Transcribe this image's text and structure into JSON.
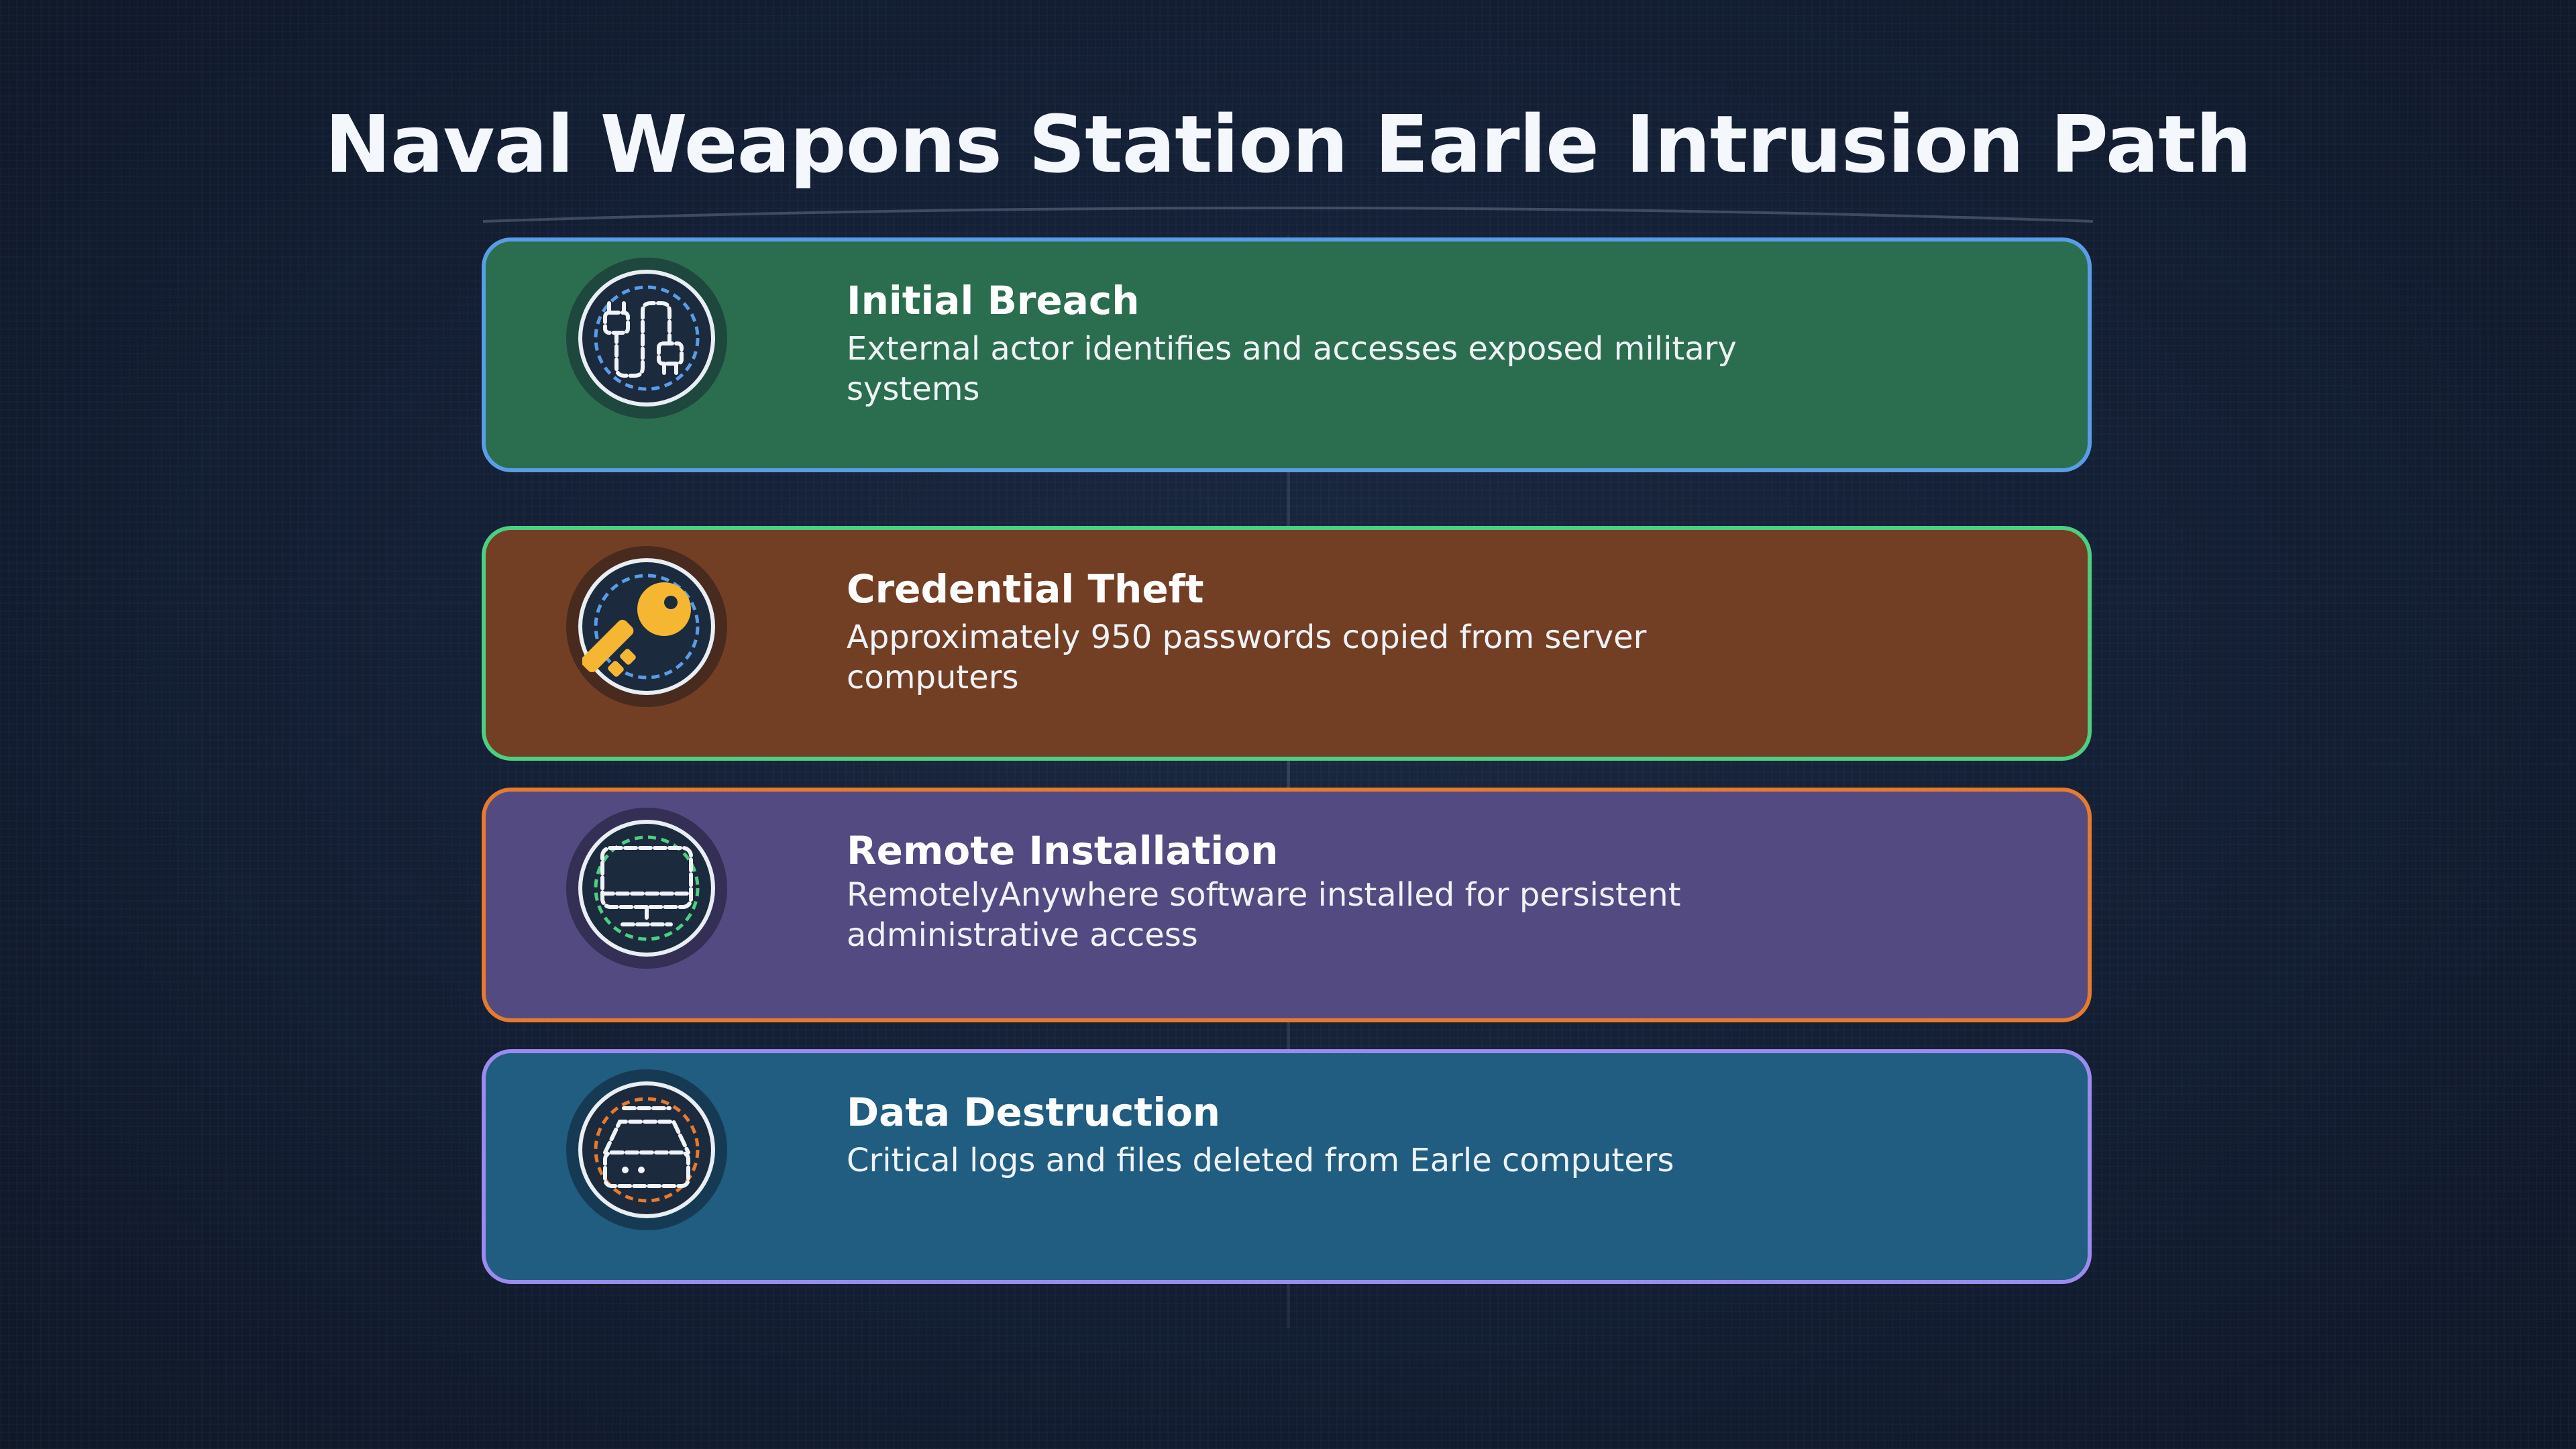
{
  "title": "Naval Weapons Station Earle Intrusion Path",
  "stages": [
    {
      "title": "Initial Breach",
      "description": "External actor identifies and accesses exposed military systems",
      "icon": "cable-plug-icon",
      "fill_color": "#2b6e4f",
      "border_color": "#5b9ce6"
    },
    {
      "title": "Credential Theft",
      "description": "Approximately 950 passwords copied from server computers",
      "icon": "key-icon",
      "fill_color": "#733f24",
      "border_color": "#4ccf82"
    },
    {
      "title": "Remote Installation",
      "description": "RemotelyAnywhere software installed for persistent administrative access",
      "icon": "monitor-icon",
      "fill_color": "#534a82",
      "border_color": "#e67a2e"
    },
    {
      "title": "Data Destruction",
      "description": "Critical logs and files deleted from Earle computers",
      "icon": "hard-drive-icon",
      "fill_color": "#205d80",
      "border_color": "#9b8bef"
    }
  ]
}
